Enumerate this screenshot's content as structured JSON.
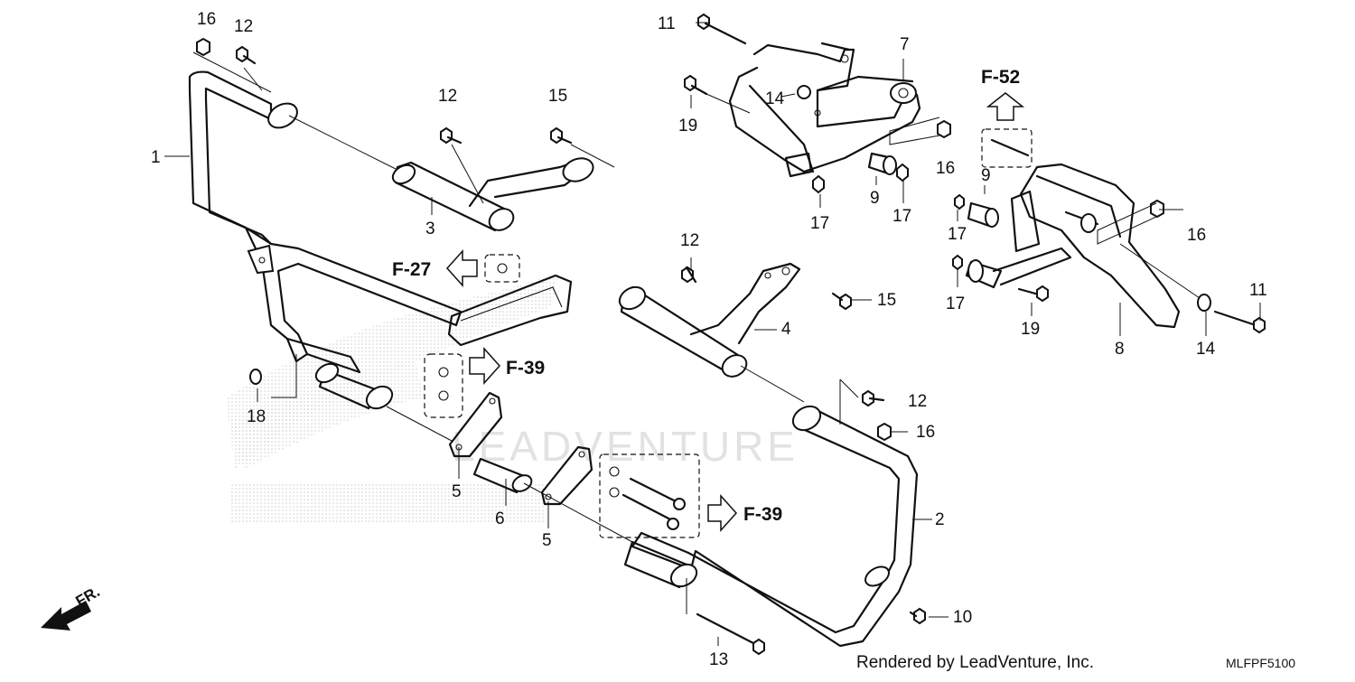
{
  "diagram": {
    "code": "MLFPF5100",
    "credit": "Rendered by LeadVenture, Inc.",
    "watermark": "LEADVENTURE",
    "direction_marker": "FR.",
    "references": {
      "f27": "F-27",
      "f39_upper": "F-39",
      "f39_lower": "F-39",
      "f52": "F-52"
    },
    "callouts": {
      "c16a": "16",
      "c12a": "12",
      "c1": "1",
      "c12b": "12",
      "c15a": "15",
      "c3": "3",
      "c18": "18",
      "c5a": "5",
      "c6": "6",
      "c5b": "5",
      "c11a": "11",
      "c7": "7",
      "c14a": "14",
      "c19a": "19",
      "c16b": "16",
      "c9a": "9",
      "c17a": "17",
      "c17b": "17",
      "c12c": "12",
      "c15b": "15",
      "c4": "4",
      "c12d": "12",
      "c16c": "16",
      "c2": "2",
      "c10": "10",
      "c13": "13",
      "c9b": "9",
      "c17c": "17",
      "c16d": "16",
      "c17d": "17",
      "c19b": "19",
      "c11b": "11",
      "c14b": "14",
      "c8": "8"
    }
  }
}
